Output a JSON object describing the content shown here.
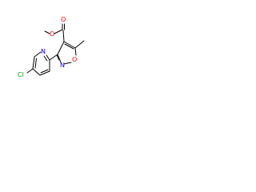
{
  "molecule": {
    "atom_labels": {
      "carbonyl_o": "O",
      "ester_o": "O",
      "ring_o": "O",
      "ring_n": "N",
      "pyridine_n": "N",
      "chlorine": "Cl"
    },
    "colors": {
      "bond": "#000000",
      "oxygen": "#ff0000",
      "nitrogen": "#0000ff",
      "chlorine": "#00a000"
    }
  }
}
